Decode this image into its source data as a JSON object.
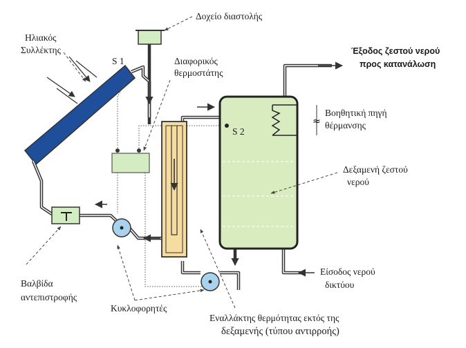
{
  "labels": {
    "expansion_tank": "Δοχείο διαστολής",
    "solar_collector": [
      "Ηλιακός",
      "Συλλέκτης"
    ],
    "sensor1": "S 1",
    "differential_thermostat": [
      "Διαφορικός",
      "θερμοστάτης"
    ],
    "hot_water_out": [
      "Έξοδος ζεστού νερού",
      "προς κατανάλωση"
    ],
    "sensor2": "S 2",
    "aux_heating": [
      "Βοηθητική πηγή",
      "θέρμανσης"
    ],
    "hot_water_tank": [
      "Δεξαμενή ζεστού",
      "νερού"
    ],
    "check_valve": [
      "Βαλβίδα",
      "αντεπιστροφής"
    ],
    "mains_in": [
      "Είσοδος νερού",
      "δικτύου"
    ],
    "circulators": "Κυκλοφορητές",
    "heat_exchanger": [
      "Εναλλάκτης θερμότητας εκτός της",
      "δεξαμενής (τύπου αντιρροής)"
    ]
  },
  "colors": {
    "collector": "#1f4f9a",
    "tank": "#d9ecc0",
    "exchanger": "#f7dca0",
    "component": "#d3ecc1",
    "pump": "#a9d3ec",
    "pipe": "#333333"
  },
  "icons": [
    "arrow-icon",
    "coil-icon",
    "pump-icon",
    "sensor-dot-icon"
  ]
}
